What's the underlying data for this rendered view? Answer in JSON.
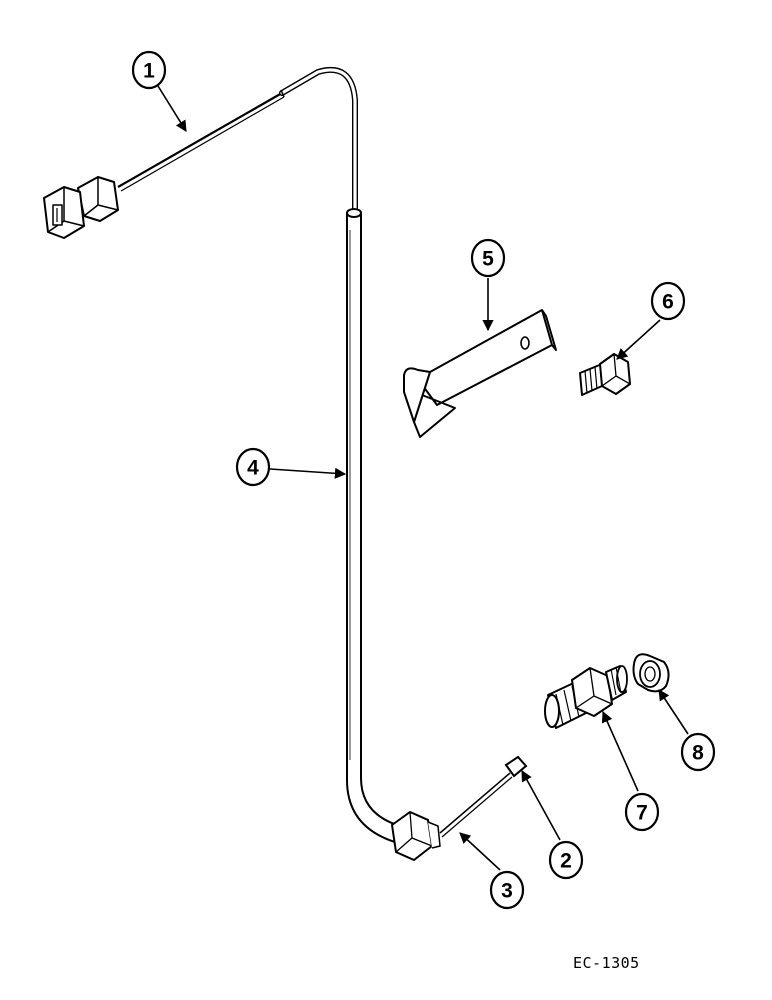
{
  "figure_code": "EC-1305",
  "callouts": [
    {
      "id": "callout-1",
      "label": "1",
      "part": "wire-harness-with-connector"
    },
    {
      "id": "callout-2",
      "label": "2",
      "part": "sensor-tip"
    },
    {
      "id": "callout-3",
      "label": "3",
      "part": "sensor-lead-wire"
    },
    {
      "id": "callout-4",
      "label": "4",
      "part": "sensor-tube"
    },
    {
      "id": "callout-5",
      "label": "5",
      "part": "mounting-clip"
    },
    {
      "id": "callout-6",
      "label": "6",
      "part": "bolt"
    },
    {
      "id": "callout-7",
      "label": "7",
      "part": "adapter-fitting"
    },
    {
      "id": "callout-8",
      "label": "8",
      "part": "washer"
    }
  ]
}
